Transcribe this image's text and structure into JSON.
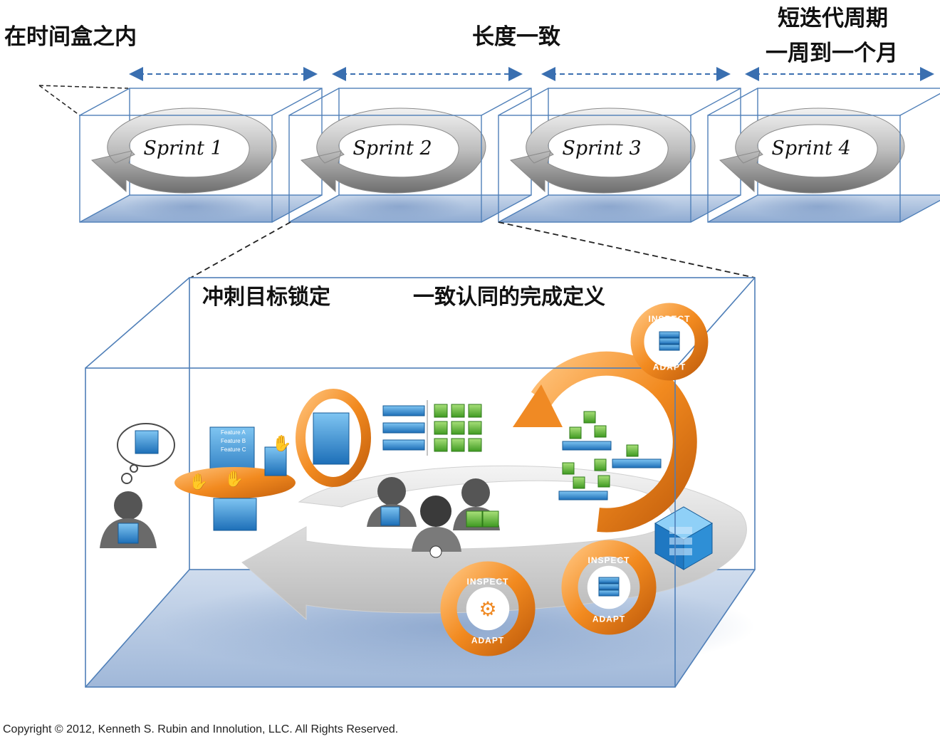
{
  "headings": {
    "timebox": "在时间盒之内",
    "consistent_length": "长度一致",
    "short_cycle_line1": "短迭代周期",
    "short_cycle_line2": "一周到一个月",
    "goal_locked": "冲刺目标锁定",
    "done_definition": "一致认同的完成定义"
  },
  "sprints": [
    {
      "label": "Sprint 1"
    },
    {
      "label": "Sprint 2"
    },
    {
      "label": "Sprint 3"
    },
    {
      "label": "Sprint 4"
    }
  ],
  "features": [
    "Feature A",
    "Feature B",
    "Feature C"
  ],
  "badges": {
    "inspect": "INSPECT",
    "adapt": "ADAPT"
  },
  "colors": {
    "box_line": "#4f7fb8",
    "box_floor": "#a9bfdc",
    "arrow_dashed": "#3a6fb0",
    "cycle_orange": "#f08a24",
    "cube_blue": "#2e8fd6",
    "cube_green": "#6cc24a",
    "loop_gray": "#9a9a9a"
  },
  "copyright": "Copyright © 2012, Kenneth S. Rubin and Innolution, LLC. All Rights Reserved."
}
